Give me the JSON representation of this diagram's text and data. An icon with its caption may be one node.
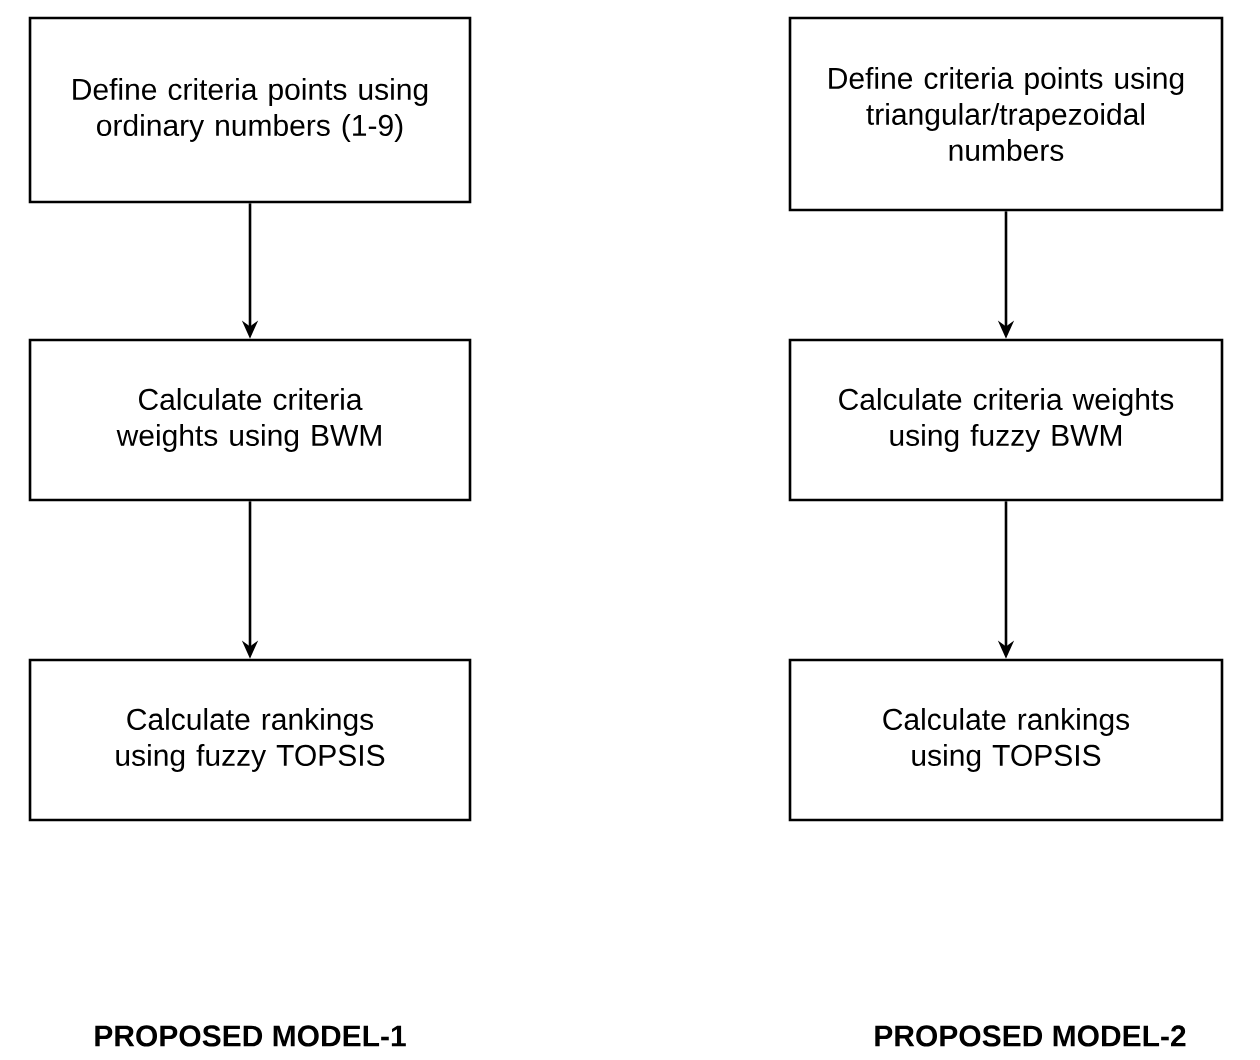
{
  "diagram": {
    "nodes": [
      {
        "text": [
          "Define criteria points using ordinary numbers (1-9)"
        ]
      },
      {
        "text": [
          "Calculate criteria weights using BWM"
        ]
      },
      {
        "text": [
          "Calculate rankings using fuzzy TOPSIS"
        ]
      },
      {
        "text": [
          "Define criteria points using triangular/trapezoidal numbers"
        ]
      },
      {
        "text": [
          "Calculate criteria weights using fuzzy BWM"
        ]
      },
      {
        "text": [
          "Calculate rankings using TOPSIS"
        ]
      }
    ],
    "edges": [
      {
        "from": 0,
        "to": 1,
        "arrow": "to"
      },
      {
        "from": 1,
        "to": 2,
        "arrow": "to"
      },
      {
        "from": 3,
        "to": 4,
        "arrow": "to"
      },
      {
        "from": 4,
        "to": 5,
        "arrow": "to"
      }
    ],
    "labels": [
      "PROPOSED MODEL-1",
      "PROPOSED MODEL-2"
    ]
  }
}
